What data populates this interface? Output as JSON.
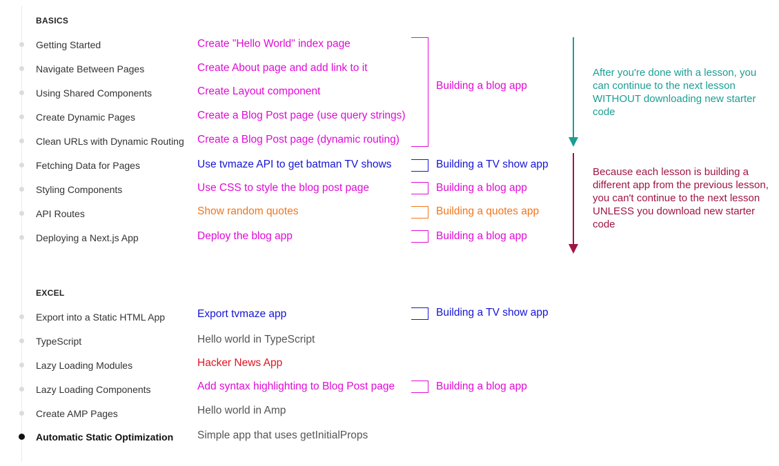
{
  "colors": {
    "magenta": "#e00bd6",
    "blue": "#1414d6",
    "orange": "#f0761c",
    "red": "#e0141f",
    "gray": "#555555",
    "teal": "#1a9e93",
    "crimson": "#a01345"
  },
  "sections": {
    "basics": "BASICS",
    "excel": "EXCEL"
  },
  "lessons": [
    {
      "title": "Getting Started",
      "task": "Create \"Hello World\" index page",
      "color": "#e00bd6"
    },
    {
      "title": "Navigate Between Pages",
      "task": "Create About page and add link to it",
      "color": "#e00bd6"
    },
    {
      "title": "Using Shared Components",
      "task": "Create Layout component",
      "color": "#e00bd6"
    },
    {
      "title": "Create Dynamic Pages",
      "task": "Create a Blog Post page (use query strings)",
      "color": "#e00bd6"
    },
    {
      "title": "Clean URLs with Dynamic Routing",
      "task": "Create a Blog Post page (dynamic routing)",
      "color": "#e00bd6"
    },
    {
      "title": "Fetching Data for Pages",
      "task": "Use tvmaze API to get batman TV shows",
      "color": "#1414d6"
    },
    {
      "title": "Styling Components",
      "task": "Use CSS to style the blog post page",
      "color": "#e00bd6"
    },
    {
      "title": "API Routes",
      "task": "Show random quotes",
      "color": "#f0761c"
    },
    {
      "title": "Deploying a Next.js App",
      "task": "Deploy the blog app",
      "color": "#e00bd6"
    },
    {
      "title": "Export into a Static HTML App",
      "task": "Export tvmaze app",
      "color": "#1414d6"
    },
    {
      "title": "TypeScript",
      "task": "Hello world in TypeScript",
      "color": "#555555"
    },
    {
      "title": "Lazy Loading Modules",
      "task": "Hacker News App",
      "color": "#e0141f"
    },
    {
      "title": "Lazy Loading Components",
      "task": "Add syntax highlighting to Blog Post page",
      "color": "#e00bd6"
    },
    {
      "title": "Create AMP Pages",
      "task": "Hello world in Amp",
      "color": "#555555"
    },
    {
      "title": "Automatic Static Optimization",
      "task": "Simple app that uses getInitialProps",
      "color": "#555555"
    }
  ],
  "app_labels": [
    {
      "text": "Building a blog app",
      "color": "#e00bd6"
    },
    {
      "text": "Building a TV show app",
      "color": "#1414d6"
    },
    {
      "text": "Building a blog app",
      "color": "#e00bd6"
    },
    {
      "text": "Building a quotes app",
      "color": "#f0761c"
    },
    {
      "text": "Building a blog app",
      "color": "#e00bd6"
    },
    {
      "text": "Building a TV show app",
      "color": "#1414d6"
    },
    {
      "text": "Building a blog app",
      "color": "#e00bd6"
    }
  ],
  "notes": {
    "continue": "After you're done with a lesson, you can continue to the next lesson WITHOUT downloading new starter code",
    "download": "Because each lesson is building a different app from the previous lesson, you can't continue to the next lesson UNLESS you download new starter code"
  }
}
